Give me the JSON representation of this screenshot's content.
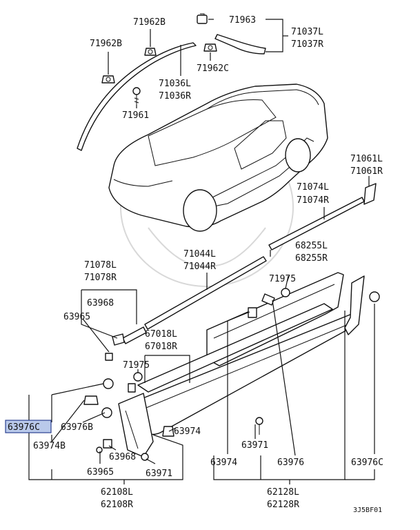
{
  "labels": [
    {
      "id": "p71962b_1",
      "text": "71962B"
    },
    {
      "id": "p71963",
      "text": "71963"
    },
    {
      "id": "p71037l",
      "text": "71037L"
    },
    {
      "id": "p71037r",
      "text": "71037R"
    },
    {
      "id": "p71962b_2",
      "text": "71962B"
    },
    {
      "id": "p71036l",
      "text": "71036L"
    },
    {
      "id": "p71962c",
      "text": "71962C"
    },
    {
      "id": "p71036r",
      "text": "71036R"
    },
    {
      "id": "p71961",
      "text": "71961"
    },
    {
      "id": "p71061l",
      "text": "71061L"
    },
    {
      "id": "p71061r",
      "text": "71061R"
    },
    {
      "id": "p71074l",
      "text": "71074L"
    },
    {
      "id": "p71074r",
      "text": "71074R"
    },
    {
      "id": "p71044l",
      "text": "71044L"
    },
    {
      "id": "p71044r",
      "text": "71044R"
    },
    {
      "id": "p68255l",
      "text": "68255L"
    },
    {
      "id": "p68255r",
      "text": "68255R"
    },
    {
      "id": "p71078l",
      "text": "71078L"
    },
    {
      "id": "p71078r",
      "text": "71078R"
    },
    {
      "id": "p71975_1",
      "text": "71975"
    },
    {
      "id": "p63968_1",
      "text": "63968"
    },
    {
      "id": "p63965_1",
      "text": "63965"
    },
    {
      "id": "p67018l",
      "text": "67018L"
    },
    {
      "id": "p67018r",
      "text": "67018R"
    },
    {
      "id": "p71975_2",
      "text": "71975"
    },
    {
      "id": "p63976c_hl",
      "text": "63976C"
    },
    {
      "id": "p63976b",
      "text": "63976B"
    },
    {
      "id": "p63974_1",
      "text": "63974"
    },
    {
      "id": "p63974b",
      "text": "63974B"
    },
    {
      "id": "p63971_1",
      "text": "63971"
    },
    {
      "id": "p63968_2",
      "text": "63968"
    },
    {
      "id": "p63965_2",
      "text": "63965"
    },
    {
      "id": "p63971_2",
      "text": "63971"
    },
    {
      "id": "p63974_2",
      "text": "63974"
    },
    {
      "id": "p63976",
      "text": "63976"
    },
    {
      "id": "p63976c",
      "text": "63976C"
    },
    {
      "id": "p62108l",
      "text": "62108L"
    },
    {
      "id": "p62108r",
      "text": "62108R"
    },
    {
      "id": "p62128l",
      "text": "62128L"
    },
    {
      "id": "p62128r",
      "text": "62128R"
    }
  ],
  "diagram_code": "3J5BF01",
  "highlight_color": "#b9c9ea"
}
